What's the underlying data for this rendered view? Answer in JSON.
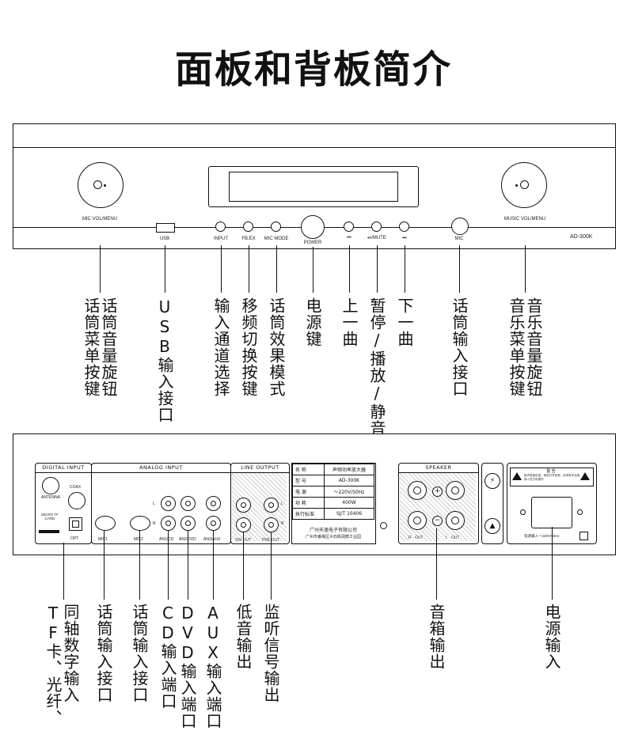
{
  "title": "面板和背板简介",
  "front": {
    "left_knob_label": "MIC VOL/MENU",
    "right_knob_label": "MUSIC VOL/MENU",
    "usb_label": "USB",
    "input_label": "INPUT",
    "fbex_label": "FB.EX",
    "micmode_label": "MIC MODE",
    "power_label": "POWER",
    "prev_label": "⏮",
    "playmute_label": "⏯/MUTE",
    "next_label": "⏭",
    "mic_label": "MIC",
    "model": "AD-300K"
  },
  "front_callouts": [
    "话筒菜单按键",
    "话筒音量旋钮",
    "USB输入接口",
    "输入通道选择",
    "移频切换按键",
    "话筒效果模式",
    "电源键",
    "上一曲",
    "暂停/播放/静音",
    "下一曲",
    "话筒输入接口",
    "音乐菜单按键",
    "音乐音量旋钮"
  ],
  "back": {
    "digital_input": "DIGITAL  INPUT",
    "antenna": "ANTENNA",
    "coax": "COAX",
    "micro_tf": "MICRO TF CARD",
    "opt": "OPT",
    "analog_input": "ANALOG INPUT",
    "mic1": "MIC1",
    "mic2": "MIC2",
    "an1cd": "AN1/CD",
    "an2dvd": "AN2/DVD",
    "an3aux": "AN3/AUX",
    "l": "L",
    "r": "R",
    "line_output": "LINE OUTPUT",
    "sw_out": "SW OUT",
    "pre_out": "PRE OUT",
    "speaker": "SPEAKER",
    "r_out": "R - OUT",
    "l_out": "L - OUT",
    "plus": "+",
    "minus": "−",
    "power_input": "电源输入～220V/50Hz",
    "warning_title": "警  告",
    "warning_text": "机内有高压电，请勿打开机壳，必须有专业维修人员方可操作",
    "spec_rows": [
      [
        "名  称",
        "声频功率放大器"
      ],
      [
        "型  号",
        "AD-300K"
      ],
      [
        "电  源",
        "～220V/50Hz"
      ],
      [
        "功  耗",
        "400W"
      ],
      [
        "执行标准",
        "SJ/T 10406"
      ]
    ],
    "maker": "广州天逸电子有限公司",
    "address": "广州市番禺区大石街润丽工业园"
  },
  "back_callouts": [
    "同轴数字输入",
    "TF卡、光纤、",
    "话筒输入接口",
    "话筒输入接口",
    "CD输入端口",
    "DVD输入端口",
    "AUX输入端口",
    "低音输出",
    "监听信号输出",
    "音箱输出",
    "电源输入"
  ]
}
